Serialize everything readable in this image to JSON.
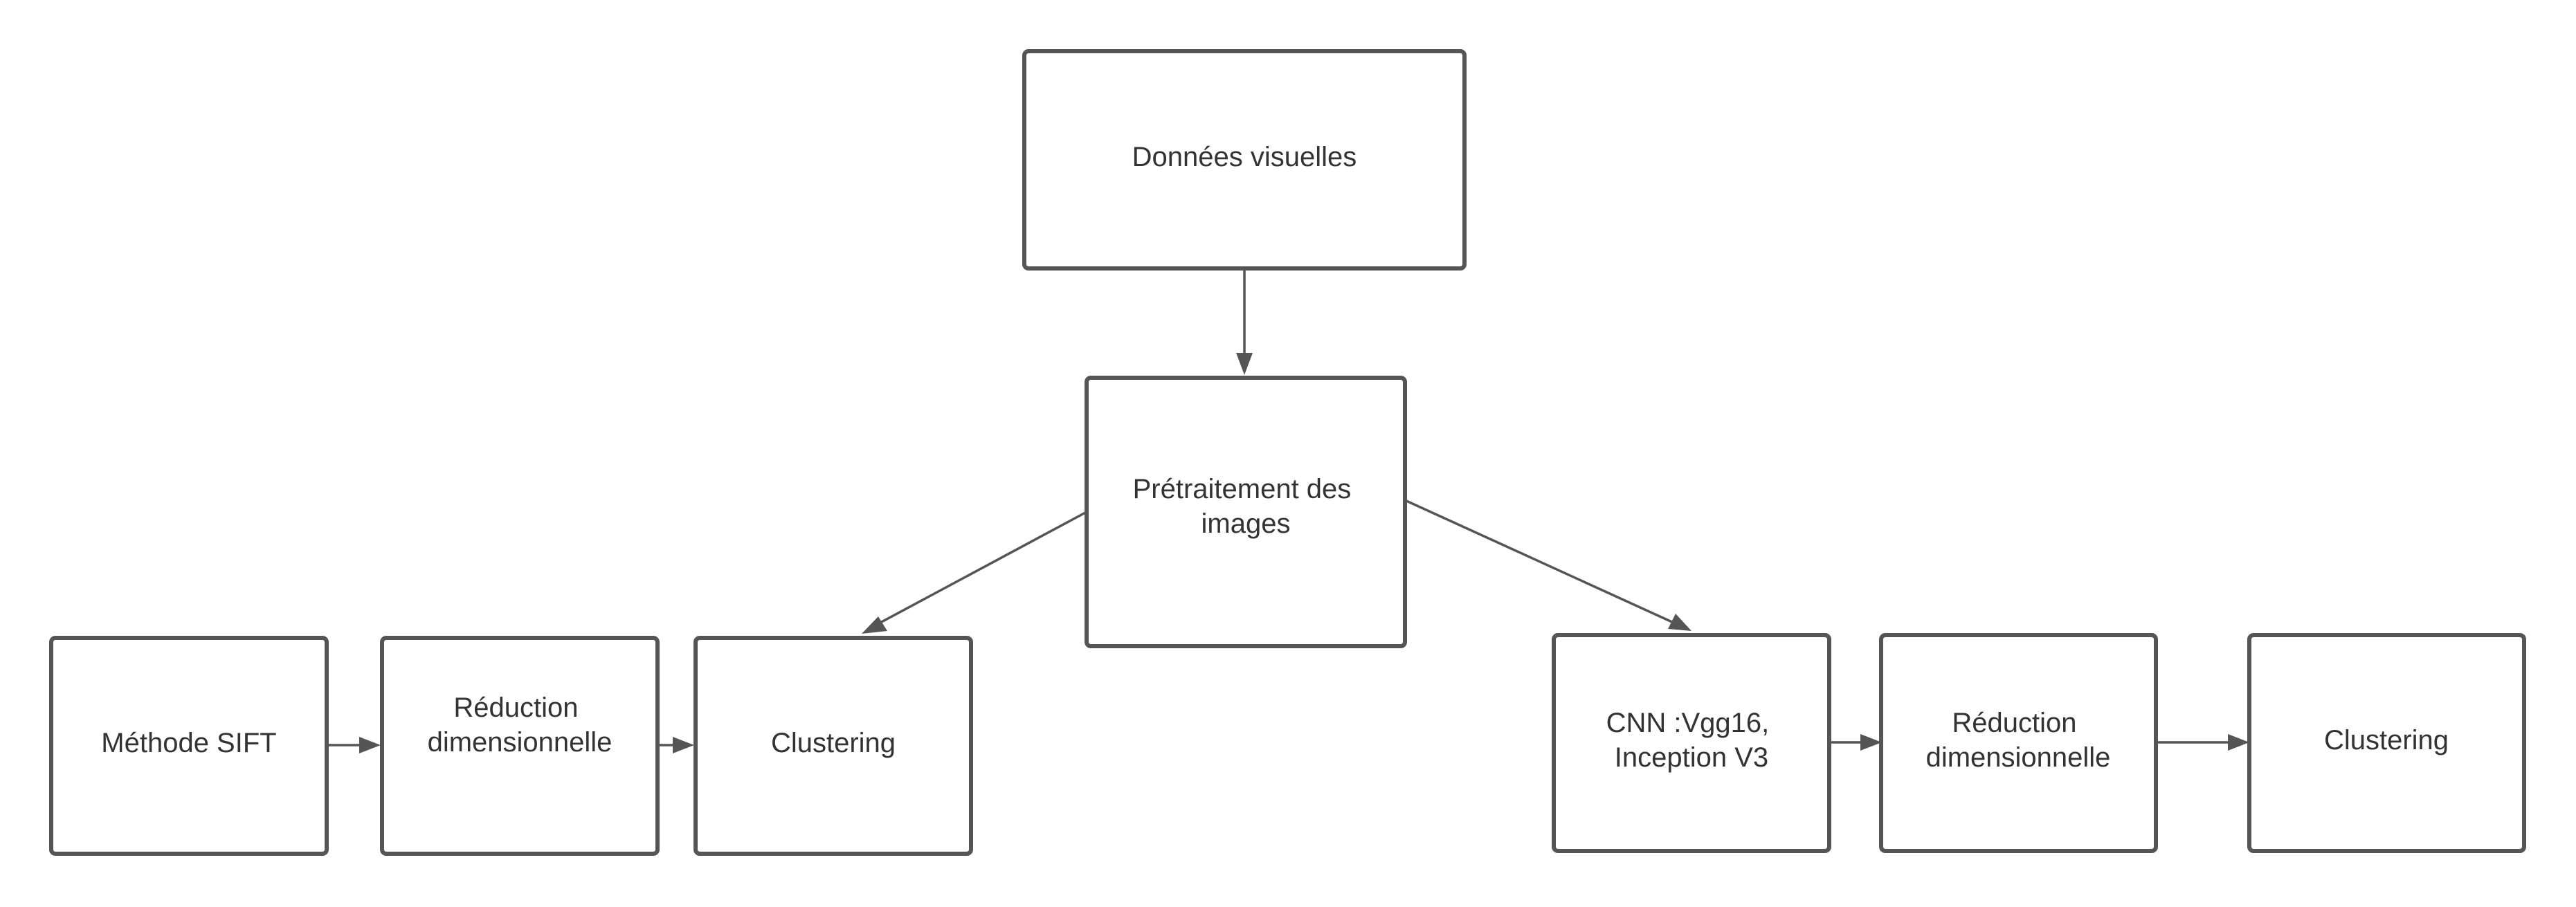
{
  "diagram": {
    "nodes": {
      "donnees": {
        "lines": [
          "Données visuelles"
        ]
      },
      "pretraitement": {
        "lines": [
          "Prétraitement des",
          "images"
        ]
      },
      "sift": {
        "lines": [
          "Méthode SIFT"
        ]
      },
      "reduction_left": {
        "lines": [
          "Réduction",
          "dimensionnelle"
        ]
      },
      "clustering_left": {
        "lines": [
          "Clustering"
        ]
      },
      "cnn": {
        "lines": [
          "CNN :Vgg16,",
          "Inception V3"
        ]
      },
      "reduction_right": {
        "lines": [
          "Réduction",
          "dimensionnelle"
        ]
      },
      "clustering_right": {
        "lines": [
          "Clustering"
        ]
      }
    },
    "edges": [
      {
        "from": "donnees",
        "to": "pretraitement"
      },
      {
        "from": "pretraitement",
        "to": "clustering_left"
      },
      {
        "from": "pretraitement",
        "to": "cnn"
      },
      {
        "from": "sift",
        "to": "reduction_left"
      },
      {
        "from": "reduction_left",
        "to": "clustering_left"
      },
      {
        "from": "cnn",
        "to": "reduction_right"
      },
      {
        "from": "reduction_right",
        "to": "clustering_right"
      }
    ]
  },
  "colors": {
    "stroke": "#555555",
    "text": "#333333",
    "background": "#ffffff"
  }
}
